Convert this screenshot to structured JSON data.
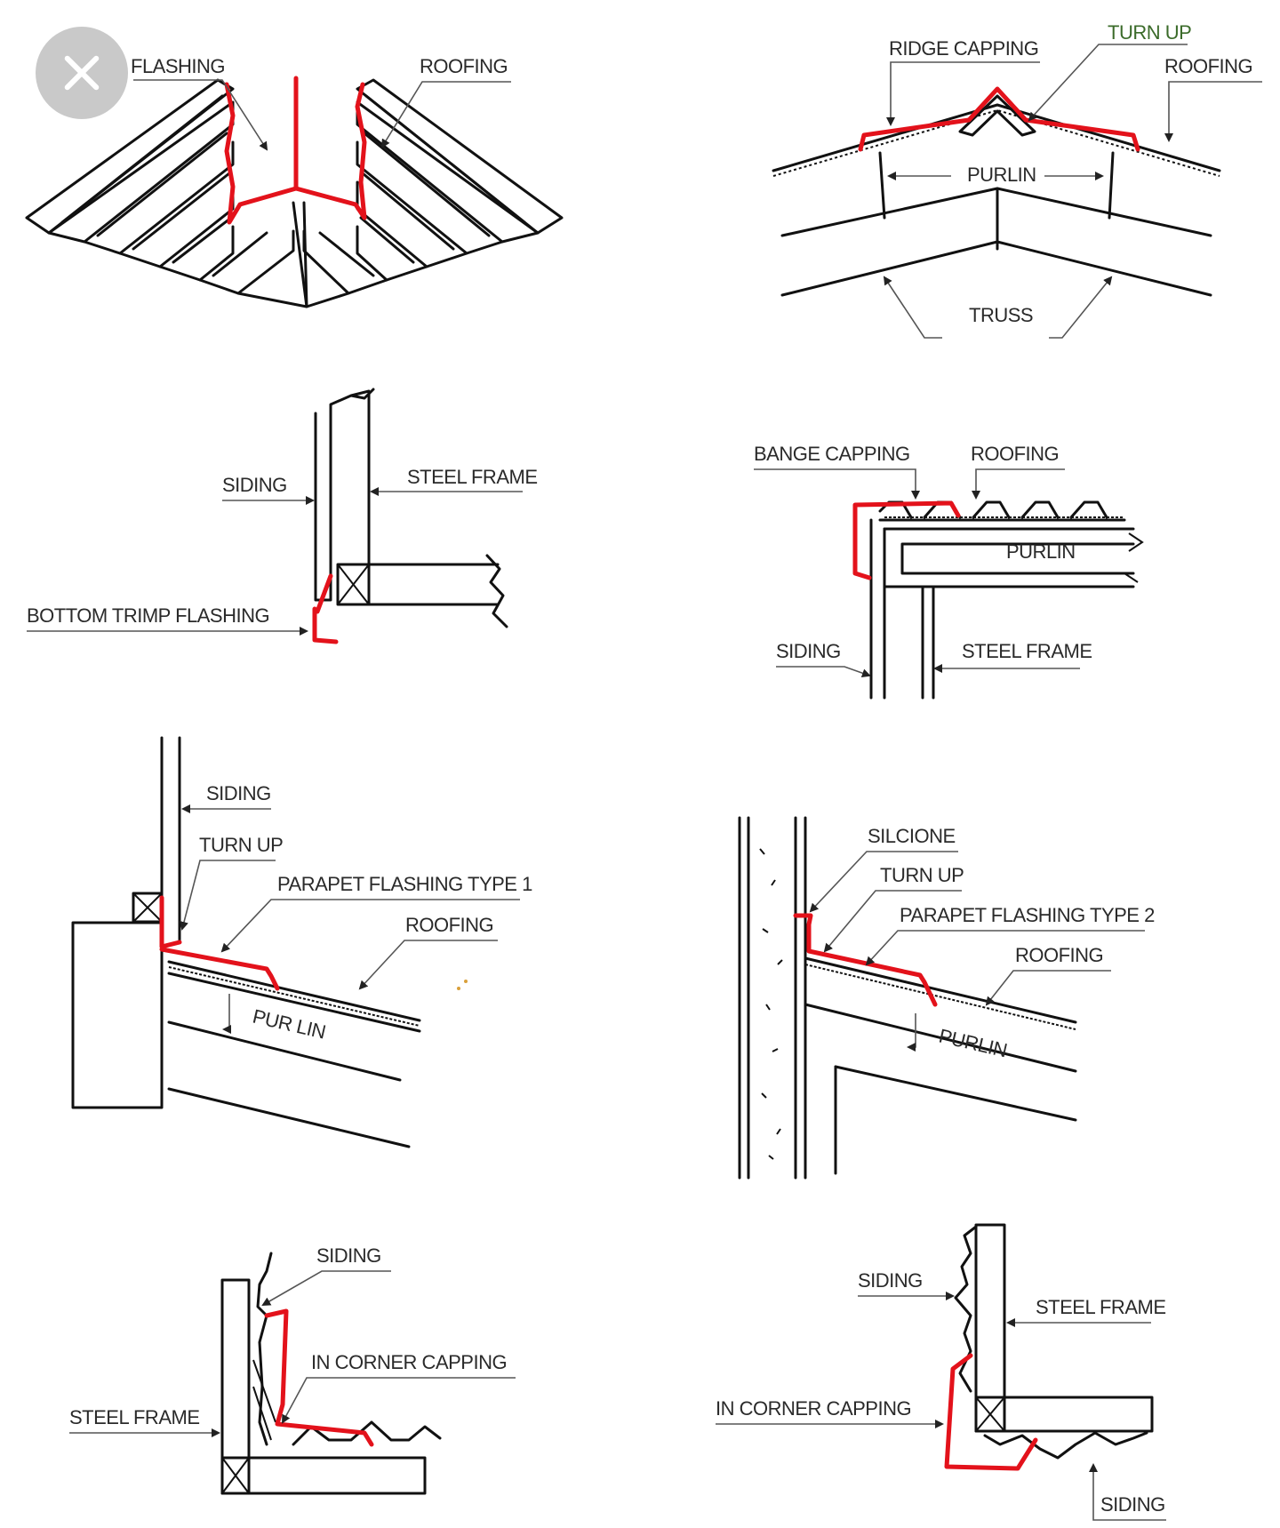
{
  "overlay": {
    "close_icon": "close-x-icon"
  },
  "colors": {
    "flashing": "#e3121b",
    "lines": "#111111",
    "labels": "#2a2a2a",
    "turn_up_label": "#3b6b2a"
  },
  "panels": {
    "valley_gutter": {
      "flashing": "FLASHING",
      "roofing": "ROOFING"
    },
    "ridge": {
      "ridge_capping": "RIDGE CAPPING",
      "turn_up": "TURN UP",
      "roofing": "ROOFING",
      "purlin": "PURLIN",
      "truss": "TRUSS"
    },
    "bottom_trim": {
      "siding": "SIDING",
      "steel_frame": "STEEL FRAME",
      "bottom_trim_flashing": "BOTTOM TRIMP FLASHING"
    },
    "barge": {
      "barge_capping": "BANGE CAPPING",
      "roofing": "ROOFING",
      "purlin": "PURLIN",
      "siding": "SIDING",
      "steel_frame": "STEEL FRAME"
    },
    "parapet_1": {
      "siding": "SIDING",
      "turn_up": "TURN UP",
      "parapet_flashing": "PARAPET FLASHING TYPE 1",
      "roofing": "ROOFING",
      "purlin": "PUR LIN"
    },
    "parapet_2": {
      "silicone": "SILCIONE",
      "turn_up": "TURN UP",
      "parapet_flashing": "PARAPET FLASHING TYPE 2",
      "roofing": "ROOFING",
      "purlin": "PURLIN"
    },
    "in_corner_1": {
      "siding": "SIDING",
      "in_corner_capping": "IN CORNER CAPPING",
      "steel_frame": "STEEL FRAME"
    },
    "in_corner_2": {
      "siding_top": "SIDING",
      "steel_frame": "STEEL FRAME",
      "in_corner_capping": "IN CORNER CAPPING",
      "siding_bottom": "SIDING"
    }
  }
}
